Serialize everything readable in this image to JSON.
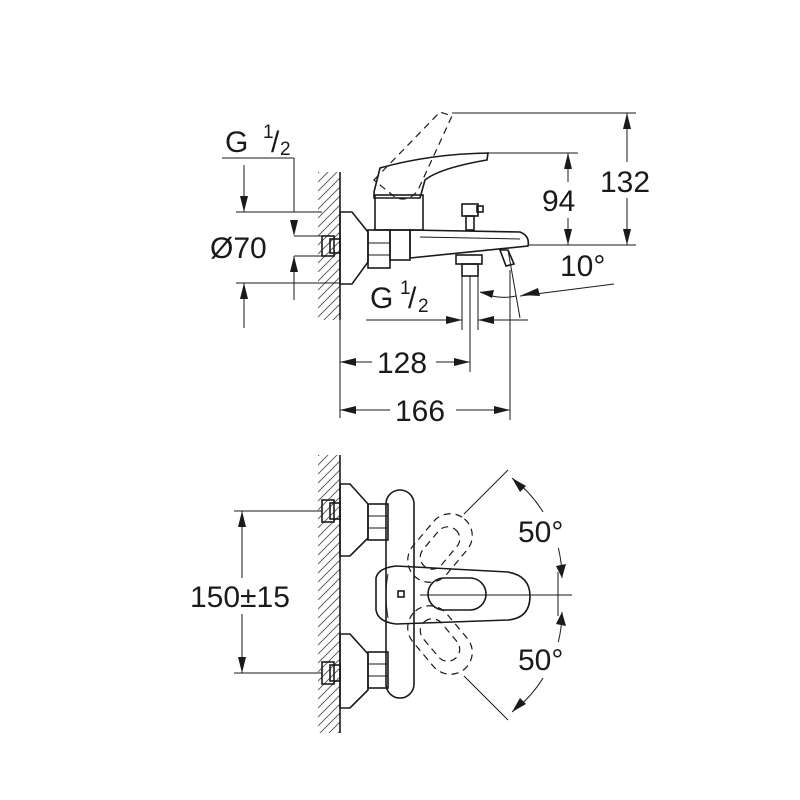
{
  "labels": {
    "inlet_thread_top": {
      "main": "G",
      "sup": "1",
      "sub": "2"
    },
    "flange_diameter": "Ø70",
    "outlet_thread": {
      "main": "G",
      "sup": "1",
      "sub": "2"
    },
    "height_lever_raised": "132",
    "height_lever": "94",
    "spout_angle": "10°",
    "depth_to_outlet": "128",
    "depth_total": "166",
    "inlet_spacing": "150±15",
    "lever_rotation_up": "50°",
    "lever_rotation_down": "50°"
  },
  "colors": {
    "line": "#1a1a1a",
    "hatch": "#555555",
    "background": "#ffffff"
  }
}
